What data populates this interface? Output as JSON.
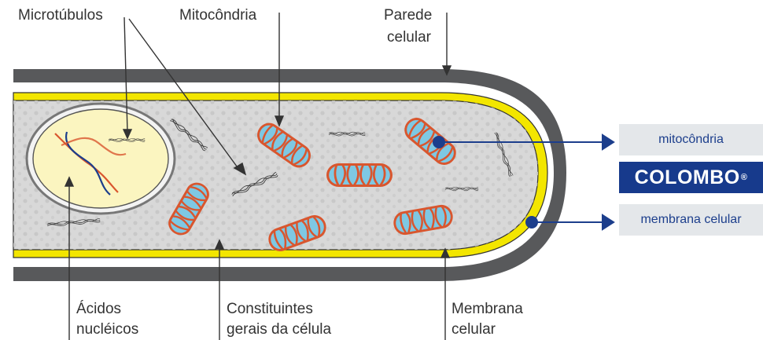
{
  "labels": {
    "microtubules": "Microtúbulos",
    "mitochondria": "Mitocôndria",
    "cell_wall_line1": "Parede",
    "cell_wall_line2": "celular",
    "nucleic_acids_line1": "Ácidos",
    "nucleic_acids_line2": "nucléicos",
    "constituents_line1": "Constituintes",
    "constituents_line2": "gerais da célula",
    "membrane_line1": "Membrana",
    "membrane_line2": "celular"
  },
  "legend": {
    "mitochondria": "mitocôndria",
    "brand": "COLOMBO",
    "brand_mark": "®",
    "membrane": "membrana celular"
  },
  "colors": {
    "wall": "#58595b",
    "membrane": "#f3e600",
    "cytoplasm": "#d8d8d8",
    "nucleus_fill": "#fbf5c0",
    "mito_outer": "#d9562e",
    "mito_inner": "#7ec8e3",
    "brand_blue": "#173a8c",
    "arrow_blue": "#1c3e8c"
  }
}
